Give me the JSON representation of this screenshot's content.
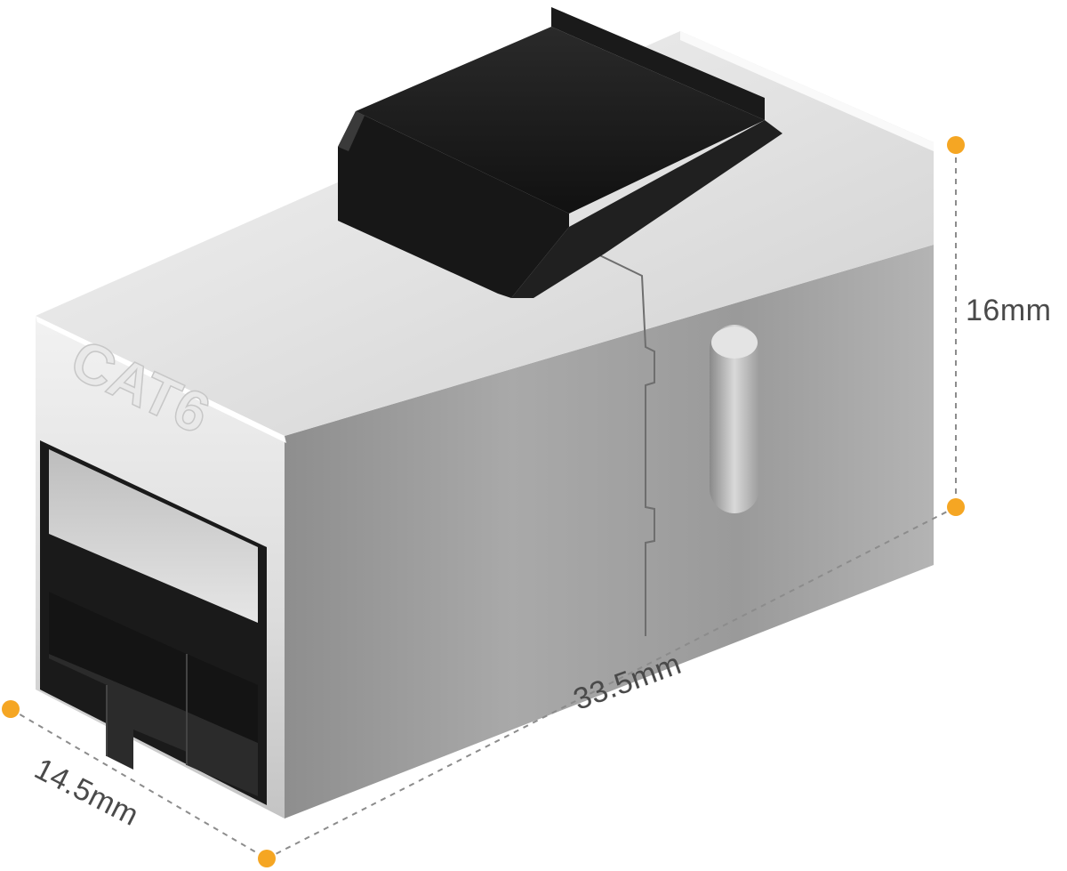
{
  "product": {
    "embossed_text": "CAT6"
  },
  "dimensions": {
    "height": "16mm",
    "length": "33.5mm",
    "width": "14.5mm"
  },
  "colors": {
    "marker": "#F5A623",
    "housing_light": "#e8e8e8",
    "housing_dark": "#9b9b9b",
    "latch": "#1c1c1c"
  }
}
